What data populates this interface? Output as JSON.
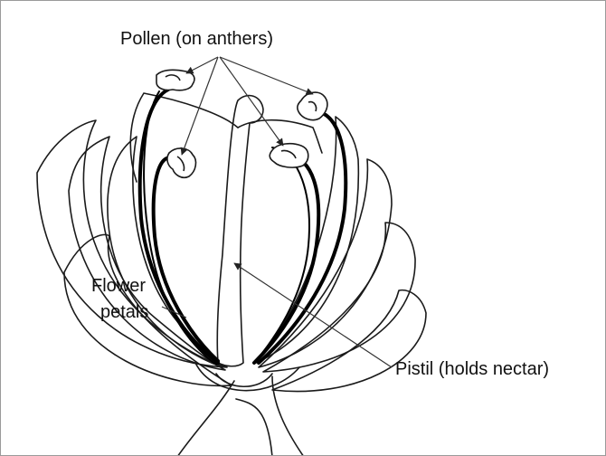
{
  "labels": {
    "pollen": "Pollen (on anthers)",
    "flower_line1": "Flower",
    "flower_line2": "petals",
    "pistil": "Pistil (holds nectar)"
  }
}
